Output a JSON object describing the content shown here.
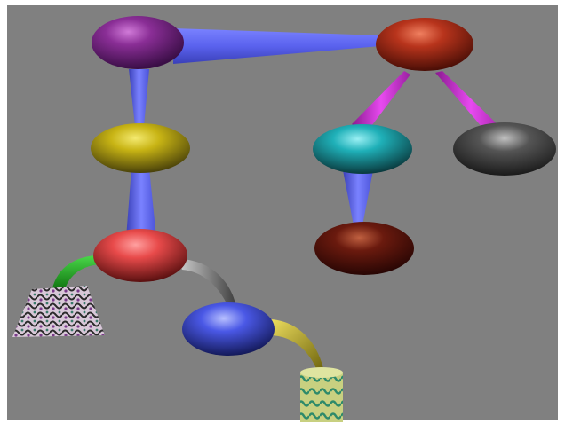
{
  "scene": {
    "background": "#808080",
    "frame": "#ffffff",
    "nodes": [
      {
        "id": "purple",
        "color": "#7a2a88",
        "shape": "ellipsoid"
      },
      {
        "id": "red-top",
        "color": "#b8341c",
        "shape": "ellipsoid"
      },
      {
        "id": "yellow",
        "color": "#c8b414",
        "shape": "ellipsoid"
      },
      {
        "id": "cyan",
        "color": "#1fb0b8",
        "shape": "ellipsoid"
      },
      {
        "id": "gray",
        "color": "#505050",
        "shape": "ellipsoid"
      },
      {
        "id": "coral",
        "color": "#e84a4a",
        "shape": "ellipsoid"
      },
      {
        "id": "brown",
        "color": "#6a1a0e",
        "shape": "ellipsoid"
      },
      {
        "id": "blue",
        "color": "#4a58e6",
        "shape": "ellipsoid"
      },
      {
        "id": "tile-box",
        "color": "#c8a8c0",
        "shape": "textured-frustum"
      },
      {
        "id": "tile-cylinder",
        "color": "#b8c860",
        "shape": "textured-cylinder"
      }
    ],
    "edges": [
      {
        "from": "purple",
        "to": "red-top",
        "style": "blue-beam"
      },
      {
        "from": "purple",
        "to": "yellow",
        "style": "blue-beam"
      },
      {
        "from": "yellow",
        "to": "coral",
        "style": "blue-beam"
      },
      {
        "from": "red-top",
        "to": "cyan",
        "style": "magenta-cone"
      },
      {
        "from": "red-top",
        "to": "gray",
        "style": "magenta-cone"
      },
      {
        "from": "cyan",
        "to": "brown",
        "style": "blue-beam"
      },
      {
        "from": "coral",
        "to": "tile-box",
        "style": "green-horn"
      },
      {
        "from": "coral",
        "to": "blue",
        "style": "gray-horn"
      },
      {
        "from": "blue",
        "to": "tile-cylinder",
        "style": "yellow-horn"
      }
    ],
    "edge_colors": {
      "blue-beam": "#5a62ee",
      "magenta-cone": "#c82ad0",
      "green-horn": "#1aa01a",
      "gray-horn": "#6e6e6e",
      "yellow-horn": "#c8b414"
    }
  }
}
